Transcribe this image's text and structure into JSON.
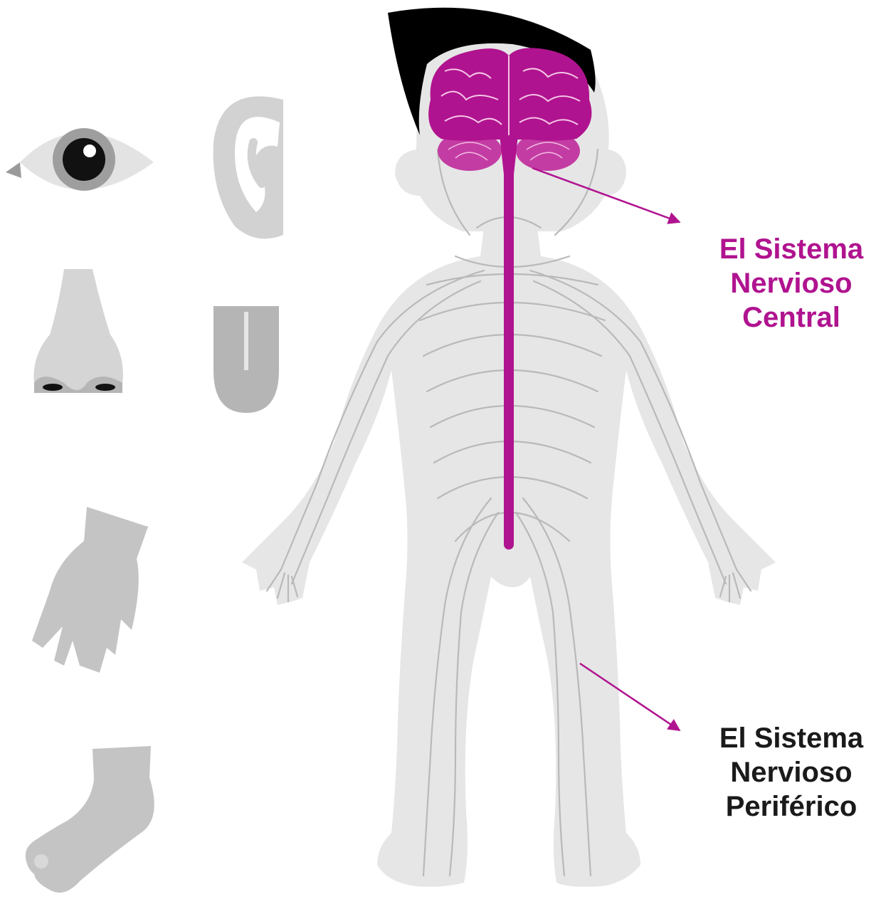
{
  "labels": {
    "central": [
      "El Sistema",
      "Nervioso",
      "Central"
    ],
    "peripheral": [
      "El Sistema",
      "Nervioso",
      "Periférico"
    ]
  },
  "colors": {
    "accent": "#b0138f",
    "body": "#e6e6e6",
    "nerve": "#b9b9b9",
    "organ": "#c8c8c8",
    "dark_text": "#1a1a1a",
    "hair": "#000000"
  },
  "icons": [
    "eye-icon",
    "ear-icon",
    "nose-icon",
    "tongue-icon",
    "hand-icon",
    "foot-icon"
  ]
}
